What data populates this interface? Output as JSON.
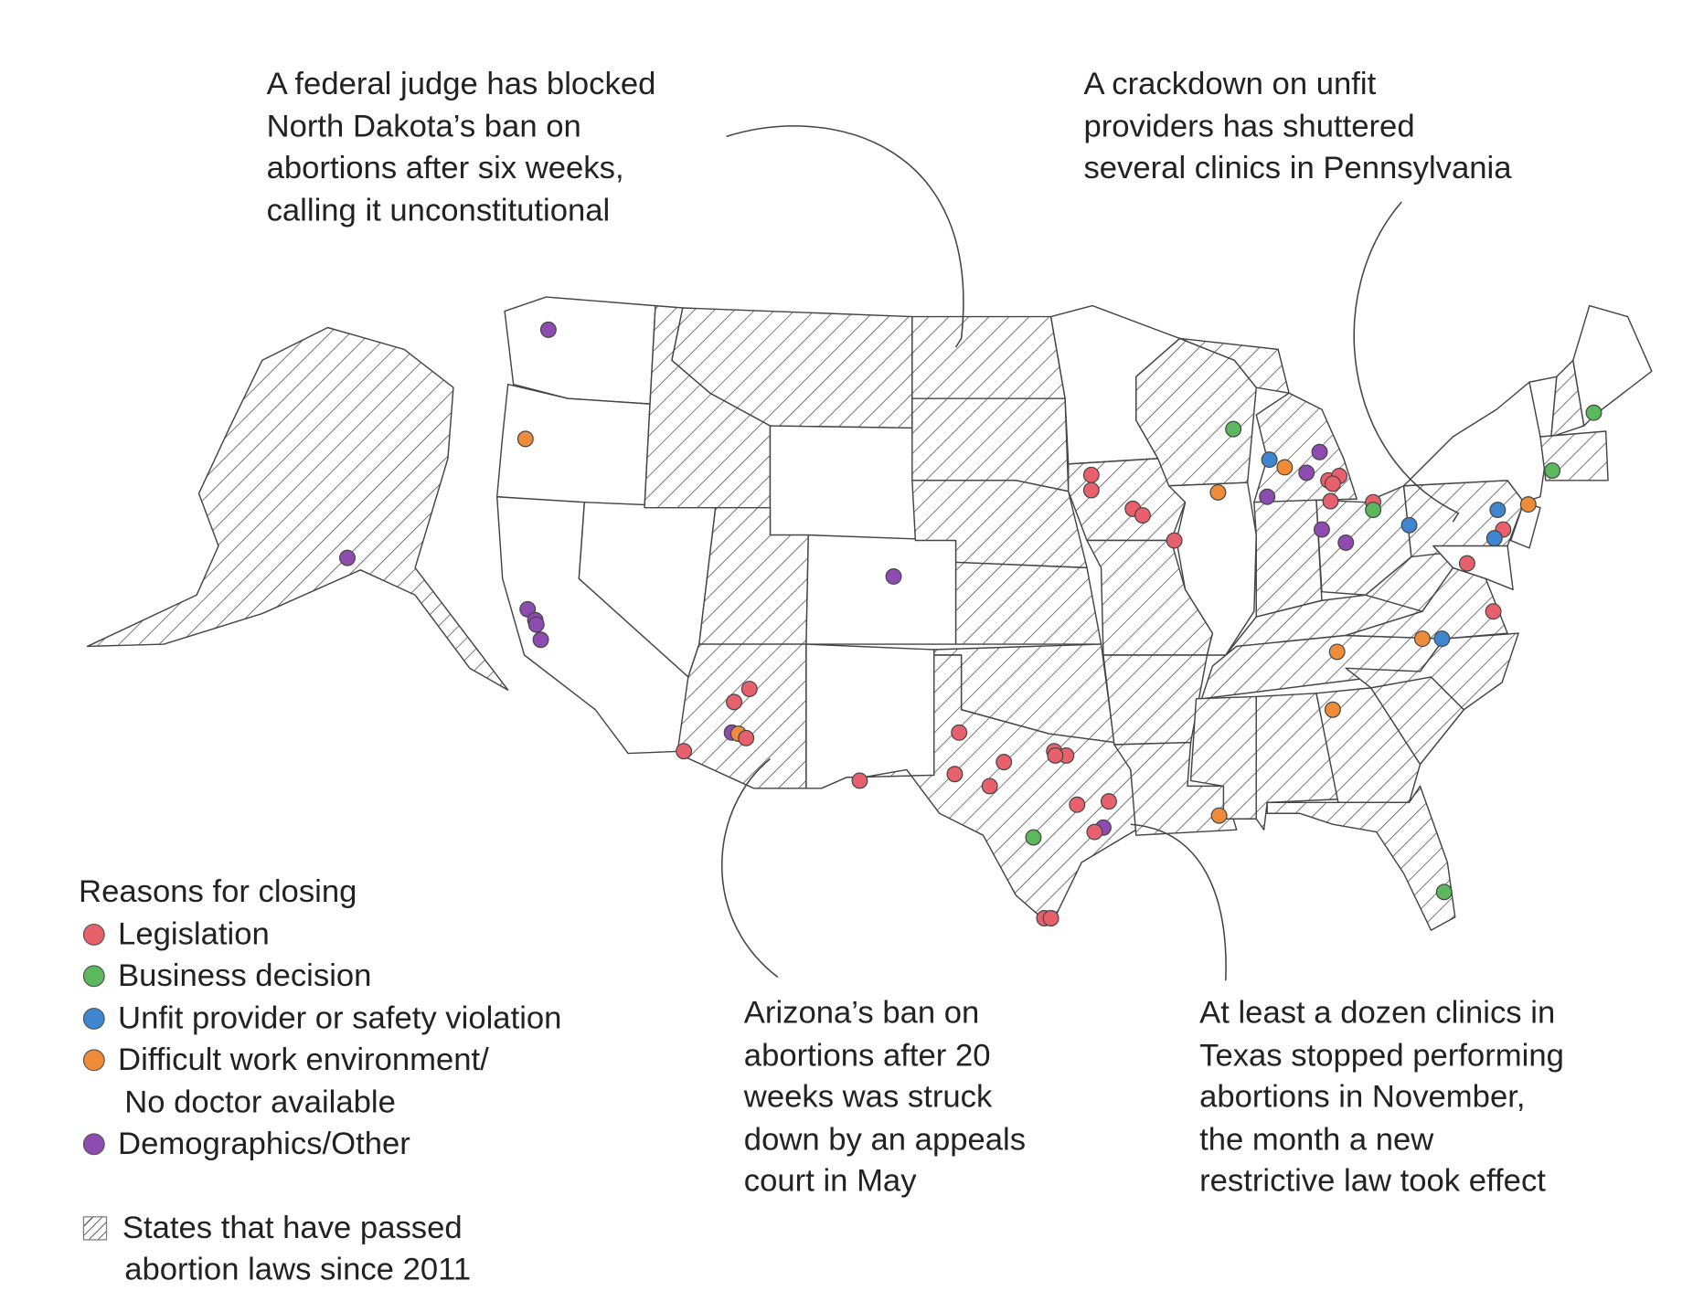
{
  "annotations": {
    "north_dakota": "A federal judge has blocked\nNorth Dakota’s ban on\nabortions after six weeks,\ncalling it unconstitutional",
    "pennsylvania": "A crackdown on unfit\nproviders has shuttered\nseveral clinics in Pennsylvania",
    "arizona": "Arizona’s ban on\nabortions after 20\nweeks was struck\ndown by an appeals\ncourt in May",
    "texas": "At least a dozen clinics in\nTexas stopped performing\nabortions in November,\nthe month a new\nrestrictive law took effect"
  },
  "legend": {
    "title": "Reasons for closing",
    "items": [
      {
        "key": "legislation",
        "label": "Legislation",
        "color": "#e8606b"
      },
      {
        "key": "business",
        "label": "Business decision",
        "color": "#5cb85c"
      },
      {
        "key": "unfit",
        "label": "Unfit provider or safety violation",
        "color": "#3e86d0"
      },
      {
        "key": "difficult",
        "label": "Difficult work environment/",
        "label2": "No doctor available",
        "color": "#ef8c3a"
      },
      {
        "key": "demographics",
        "label": "Demographics/Other",
        "color": "#8e4bb0"
      }
    ],
    "hatch_label": "States that have passed",
    "hatch_label2": "abortion laws since 2011"
  },
  "hatched_states": [
    "AK",
    "ID",
    "MT",
    "ND",
    "SD",
    "NE",
    "KS",
    "OK",
    "TX",
    "AZ",
    "UT",
    "IA",
    "MO",
    "AR",
    "LA",
    "WI",
    "MI",
    "IN",
    "OH",
    "KY",
    "TN",
    "MS",
    "AL",
    "GA",
    "FL",
    "SC",
    "NC",
    "VA",
    "WV",
    "PA",
    "NH",
    "MA"
  ],
  "closures": [
    [
      "demographics",
      "WA"
    ],
    [
      "demographics",
      "AK"
    ],
    [
      "demographics",
      "CA"
    ],
    [
      "demographics",
      "CA"
    ],
    [
      "demographics",
      "CA"
    ],
    [
      "demographics",
      "CA"
    ],
    [
      "demographics",
      "CO"
    ],
    [
      "demographics",
      "AZ"
    ],
    [
      "demographics",
      "MI"
    ],
    [
      "demographics",
      "MI"
    ],
    [
      "demographics",
      "MI"
    ],
    [
      "demographics",
      "OH"
    ],
    [
      "demographics",
      "OH"
    ],
    [
      "demographics",
      "TX"
    ],
    [
      "difficult",
      "OR"
    ],
    [
      "difficult",
      "AZ"
    ],
    [
      "difficult",
      "IL"
    ],
    [
      "difficult",
      "MI"
    ],
    [
      "difficult",
      "NJ"
    ],
    [
      "difficult",
      "NC"
    ],
    [
      "difficult",
      "NC"
    ],
    [
      "difficult",
      "GA"
    ],
    [
      "difficult",
      "LA"
    ],
    [
      "legislation",
      "AZ"
    ],
    [
      "legislation",
      "AZ"
    ],
    [
      "legislation",
      "AZ"
    ],
    [
      "legislation",
      "AZ"
    ],
    [
      "legislation",
      "TX"
    ],
    [
      "legislation",
      "TX"
    ],
    [
      "legislation",
      "TX"
    ],
    [
      "legislation",
      "TX"
    ],
    [
      "legislation",
      "TX"
    ],
    [
      "legislation",
      "TX"
    ],
    [
      "legislation",
      "TX"
    ],
    [
      "legislation",
      "TX"
    ],
    [
      "legislation",
      "TX"
    ],
    [
      "legislation",
      "TX"
    ],
    [
      "legislation",
      "TX"
    ],
    [
      "legislation",
      "TX"
    ],
    [
      "legislation",
      "TX"
    ],
    [
      "legislation",
      "IA"
    ],
    [
      "legislation",
      "IA"
    ],
    [
      "legislation",
      "IA"
    ],
    [
      "legislation",
      "IA"
    ],
    [
      "legislation",
      "MO"
    ],
    [
      "legislation",
      "MI"
    ],
    [
      "legislation",
      "MI"
    ],
    [
      "legislation",
      "MI"
    ],
    [
      "legislation",
      "MI"
    ],
    [
      "legislation",
      "OH"
    ],
    [
      "legislation",
      "PA"
    ],
    [
      "legislation",
      "MD"
    ],
    [
      "legislation",
      "VA"
    ],
    [
      "business",
      "WI"
    ],
    [
      "business",
      "ME"
    ],
    [
      "business",
      "MA"
    ],
    [
      "business",
      "OH"
    ],
    [
      "business",
      "TX"
    ],
    [
      "business",
      "FL"
    ],
    [
      "unfit",
      "MI"
    ],
    [
      "unfit",
      "PA"
    ],
    [
      "unfit",
      "PA"
    ],
    [
      "unfit",
      "PA"
    ],
    [
      "unfit",
      "NC"
    ]
  ]
}
